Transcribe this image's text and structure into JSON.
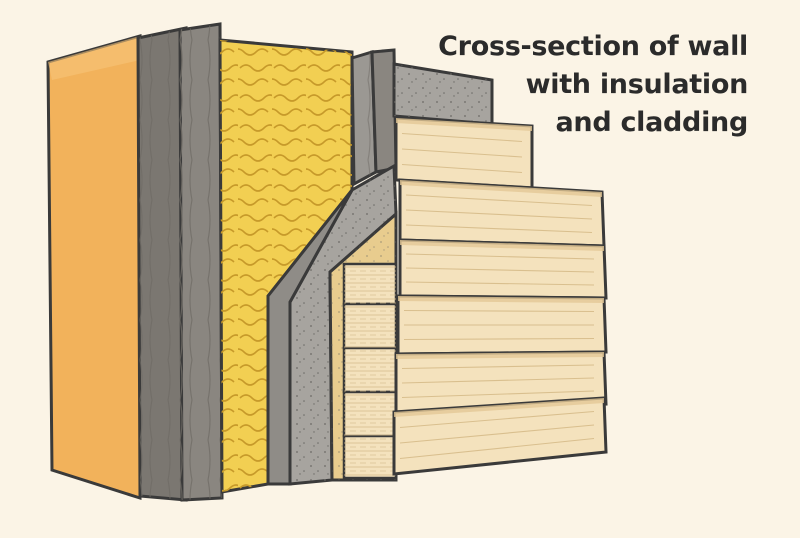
{
  "title": {
    "lines": [
      "Cross-section of wall",
      "with insulation",
      "and cladding"
    ]
  },
  "colors": {
    "background": "#fbf4e6",
    "outline": "#3a3a3a",
    "inner_wall": "#f2b25b",
    "timber": "#8a8680",
    "insulation": "#f2cf52",
    "board": "#a7a49f",
    "sheathing": "#e8cc8e",
    "cladding": "#f4e2bd"
  },
  "layers": [
    {
      "name": "inner-wall"
    },
    {
      "name": "timber-stud"
    },
    {
      "name": "insulation"
    },
    {
      "name": "batten"
    },
    {
      "name": "concrete-board"
    },
    {
      "name": "sheathing"
    },
    {
      "name": "cladding-boards"
    }
  ]
}
